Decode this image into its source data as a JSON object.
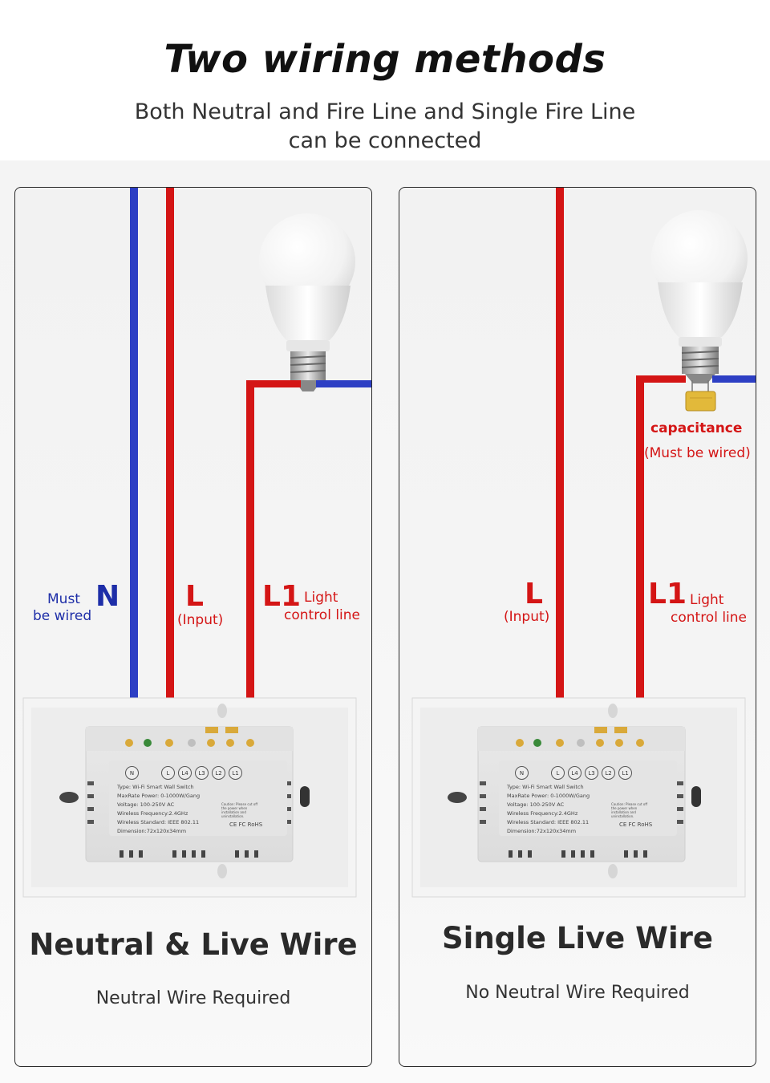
{
  "header": {
    "title": "Two wiring methods",
    "subtitle": "Both Neutral and Fire Line and Single Fire Line can be connected"
  },
  "colors": {
    "neutral_wire": "#2d3fc4",
    "live_wire": "#d41515",
    "capacitor": "#e2b93a"
  },
  "panel_neutral": {
    "n_letter": "N",
    "n_note": [
      "Must",
      "be wired"
    ],
    "l_letter": "L",
    "l_note": "(Input)",
    "l1_letter": "L1",
    "l1_note": [
      "Light",
      "control line"
    ],
    "title": "Neutral & Live Wire",
    "subtitle": "Neutral Wire Required"
  },
  "panel_single": {
    "capacitor_label": "capacitance",
    "capacitor_note": "(Must be wired)",
    "l_letter": "L",
    "l_note": "(Input)",
    "l1_letter": "L1",
    "l1_note": [
      "Light",
      "control line"
    ],
    "title": "Single Live Wire",
    "subtitle": "No Neutral Wire Required"
  },
  "device": {
    "terminals": [
      "N",
      "L",
      "L4",
      "L3",
      "L2",
      "L1"
    ],
    "specs": [
      "Type: Wi-Fi Smart Wall Switch",
      "MaxRate Power: 0-1000W/Gang",
      "Voltage: 100-250V AC",
      "Wireless Frequency:2.4GHz",
      "Wireless Standard: IEEE 802.11",
      "Dimension:72x120x34mm"
    ],
    "caution": "Caution: Please cut off the power when installation and uninstallation.",
    "certs": "CE FC RoHS"
  }
}
